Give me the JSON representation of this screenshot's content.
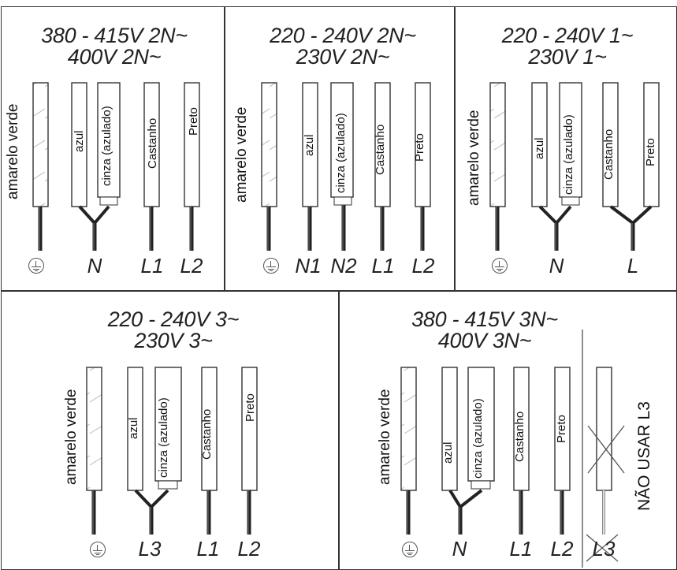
{
  "panels": [
    {
      "title_line1": "380 - 415V 2N~",
      "title_line2": "400V 2N~",
      "conductors": [
        "amarelo verde",
        "azul",
        "cinza (azulado)",
        "Castanho",
        "Preto"
      ],
      "terminals": [
        "N",
        "L1",
        "L2"
      ]
    },
    {
      "title_line1": "220 - 240V 2N~",
      "title_line2": "230V 2N~",
      "conductors": [
        "amarelo verde",
        "azul",
        "cinza (azulado)",
        "Castanho",
        "Preto"
      ],
      "terminals": [
        "N1",
        "N2",
        "L1",
        "L2"
      ]
    },
    {
      "title_line1": "220 - 240V 1~",
      "title_line2": "230V 1~",
      "conductors": [
        "amarelo verde",
        "azul",
        "cinza (azulado)",
        "Castanho",
        "Preto"
      ],
      "terminals": [
        "N",
        "L"
      ]
    },
    {
      "title_line1": "220 - 240V 3~",
      "title_line2": "230V 3~",
      "conductors": [
        "amarelo verde",
        "azul",
        "cinza (azulado)",
        "Castanho",
        "Preto"
      ],
      "terminals": [
        "L3",
        "L1",
        "L2"
      ]
    },
    {
      "title_line1": "380 - 415V 3N~",
      "title_line2": "400V 3N~",
      "conductors": [
        "amarelo verde",
        "azul",
        "cinza (azulado)",
        "Castanho",
        "Preto"
      ],
      "terminals": [
        "N",
        "L1",
        "L2",
        "L3"
      ],
      "warning": "NÃO USAR L3"
    }
  ],
  "icons": {
    "earth": "earth-ground-icon"
  }
}
